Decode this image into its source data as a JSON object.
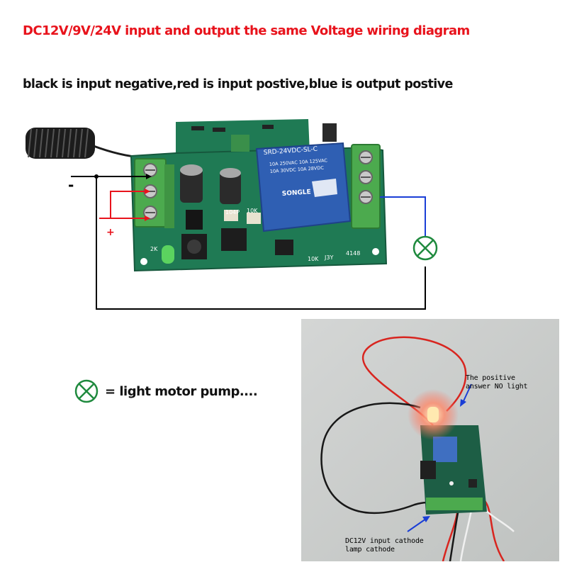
{
  "title": "DC12V/9V/24V input and output the same Voltage wiring diagram",
  "subtitle": "black is input negative,red is input postive,blue is output postive",
  "colors": {
    "title": "#e8131c",
    "text": "#111111",
    "negative_wire": "#000000",
    "positive_wire": "#e8131c",
    "output_wire": "#1a3ed6",
    "terminal": "#4caa4e",
    "pcb": "#1f7a54",
    "relay": "#2f5fb3",
    "load_symbol": "#1f8a3e"
  },
  "diagram": {
    "negative_sign": "-",
    "positive_sign": "+",
    "relay_label": "SRD-24VDC-SL-C",
    "relay_brand": "SONGLE",
    "relay_ratings": [
      "10A 250VAC  10A 125VAC",
      "10A 30VDC  10A 28VDC"
    ],
    "board_labels": [
      "104P",
      "10K",
      "2K",
      "10K",
      "J3Y",
      "4148"
    ],
    "load_icon": "light-load-symbol"
  },
  "legend": {
    "icon": "light-load-symbol",
    "text": "= light motor pump...."
  },
  "photo": {
    "note_top": "The positive\nanswer NO light",
    "note_bottom": "DC12V input cathode\nlamp cathode"
  }
}
